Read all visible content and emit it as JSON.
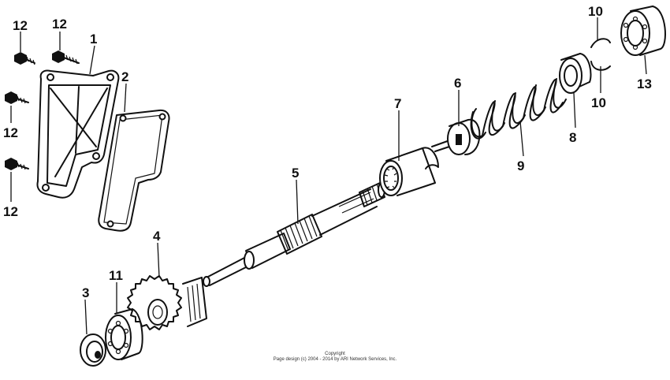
{
  "callouts": [
    "12",
    "12",
    "1",
    "2",
    "12",
    "12",
    "5",
    "7",
    "6",
    "9",
    "8",
    "10",
    "10",
    "13",
    "4",
    "11",
    "3"
  ],
  "copyright": {
    "line1": "Copyright",
    "line2": "Page design (c) 2004 - 2014 by ARI Network Services, Inc."
  }
}
